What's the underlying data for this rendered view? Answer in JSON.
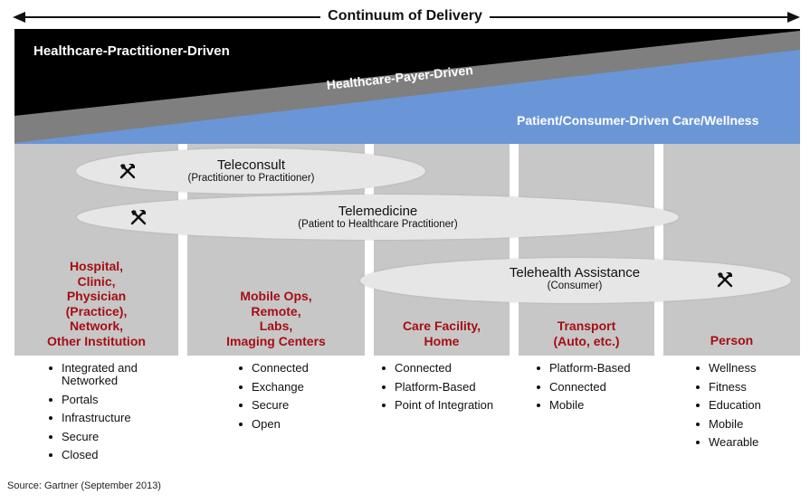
{
  "continuum": {
    "title": "Continuum of Delivery"
  },
  "bands": {
    "practitioner": "Healthcare-Practitioner-Driven",
    "payer": "Healthcare-Payer-Driven",
    "patient": "Patient/Consumer-Driven Care/Wellness",
    "colors": {
      "practitioner": "#000000",
      "payer": "#7f7f7f",
      "patient": "#6a96d8"
    }
  },
  "ellipses": {
    "teleconsult": {
      "title": "Teleconsult",
      "sub": "(Practitioner to Practitioner)"
    },
    "telemedicine": {
      "title": "Telemedicine",
      "sub": "(Patient to Healthcare Practitioner)"
    },
    "telehealth": {
      "title": "Telehealth Assistance",
      "sub": "(Consumer)"
    },
    "icon": "tools-icon"
  },
  "columns": [
    {
      "title_lines": [
        "Hospital,",
        "Clinic,",
        "Physician",
        "(Practice),",
        "Network,",
        "Other Institution"
      ],
      "items": [
        "Integrated and Networked",
        "Portals",
        "Infrastructure",
        "Secure",
        "Closed"
      ]
    },
    {
      "title_lines": [
        "Mobile Ops,",
        "Remote,",
        "Labs,",
        "Imaging Centers"
      ],
      "items": [
        "Connected",
        "Exchange",
        "Secure",
        "Open"
      ]
    },
    {
      "title_lines": [
        "Care Facility,",
        "Home"
      ],
      "items": [
        "Connected",
        "Platform-Based",
        "Point of Integration"
      ]
    },
    {
      "title_lines": [
        "Transport",
        "(Auto, etc.)"
      ],
      "items": [
        "Platform-Based",
        "Connected",
        "Mobile"
      ]
    },
    {
      "title_lines": [
        "Person"
      ],
      "items": [
        "Wellness",
        "Fitness",
        "Education",
        "Mobile",
        "Wearable"
      ]
    }
  ],
  "source": "Source: Gartner (September 2013)",
  "title_color": "#a50f14"
}
